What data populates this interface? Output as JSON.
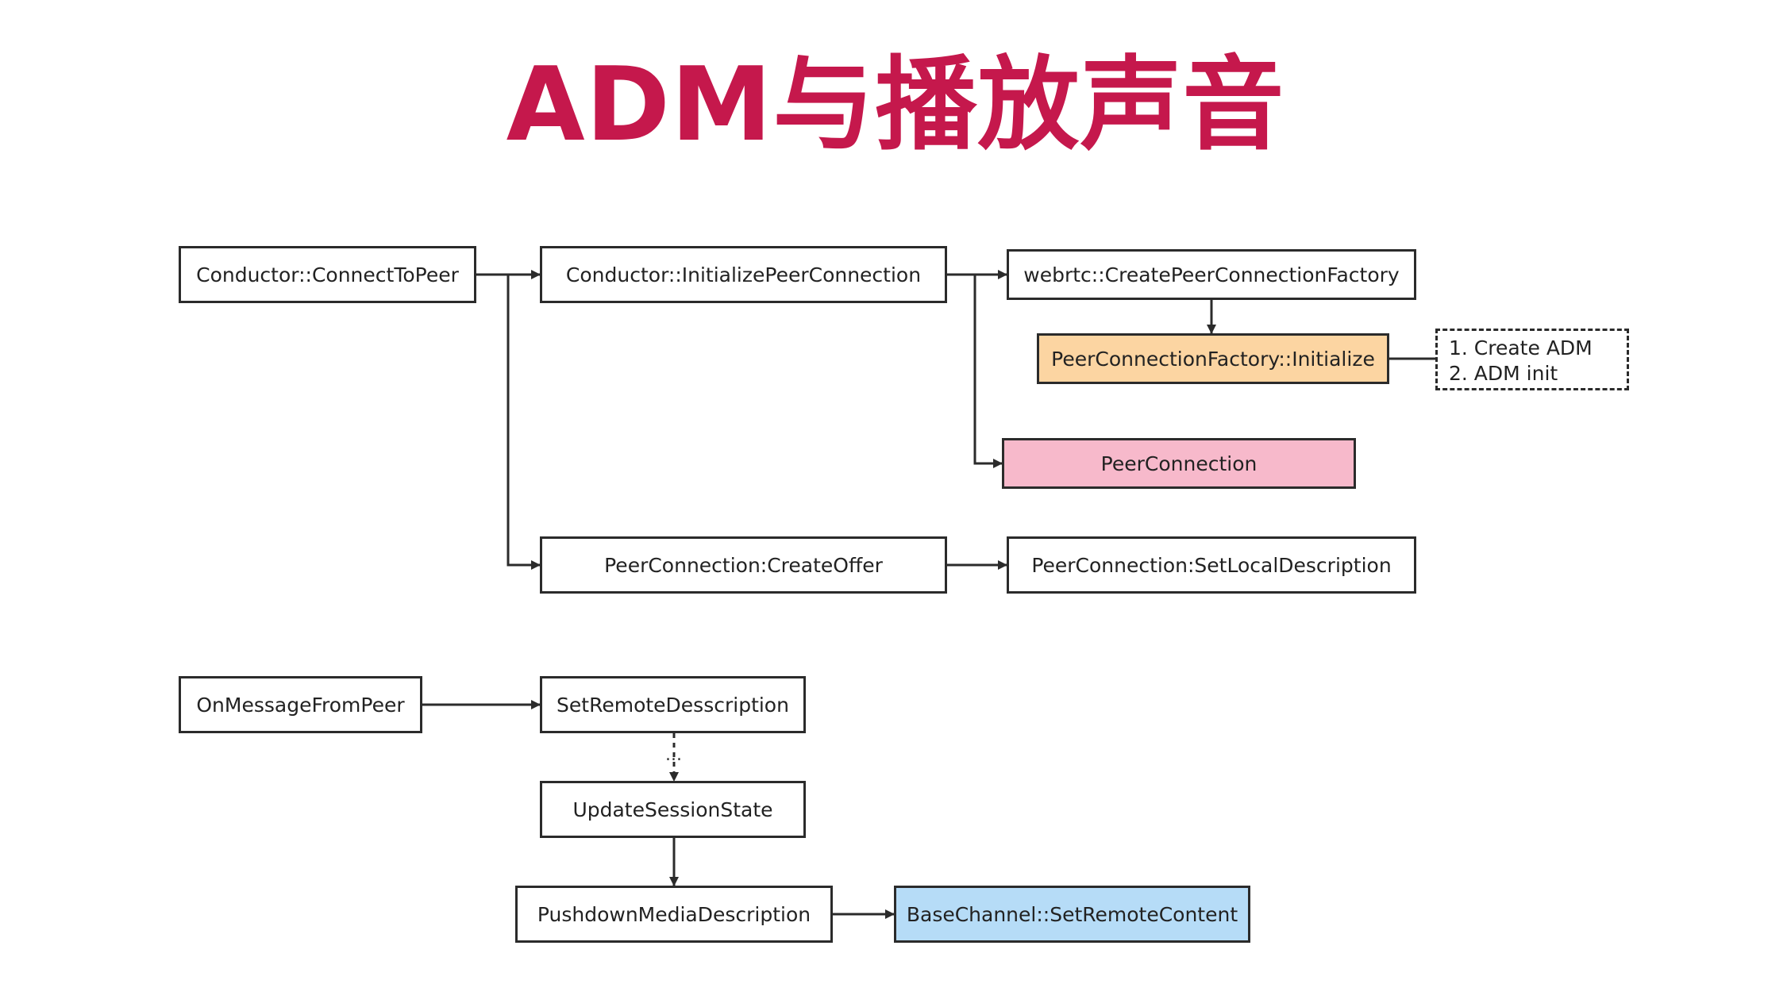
{
  "title": "ADM与播放声音",
  "nodes": {
    "connect_to_peer": "Conductor::ConnectToPeer",
    "initialize_peer_connection": "Conductor::InitializePeerConnection",
    "create_peer_connection_factory": "webrtc::CreatePeerConnectionFactory",
    "factory_initialize": "PeerConnectionFactory::Initialize",
    "peer_connection": "PeerConnection",
    "create_offer": "PeerConnection:CreateOffer",
    "set_local_description": "PeerConnection:SetLocalDescription",
    "on_message_from_peer": "OnMessageFromPeer",
    "set_remote_description": "SetRemoteDesscription",
    "update_session_state": "UpdateSessionState",
    "pushdown_media_description": "PushdownMediaDescription",
    "set_remote_content": "BaseChannel::SetRemoteContent"
  },
  "note": {
    "line1": "1. Create ADM",
    "line2": "2. ADM init"
  },
  "ellipsis": "...",
  "colors": {
    "title": "#c5184c",
    "factory_initialize": "#fcd5a2",
    "peer_connection": "#f7b9cb",
    "set_remote_content": "#b6dcf7"
  }
}
